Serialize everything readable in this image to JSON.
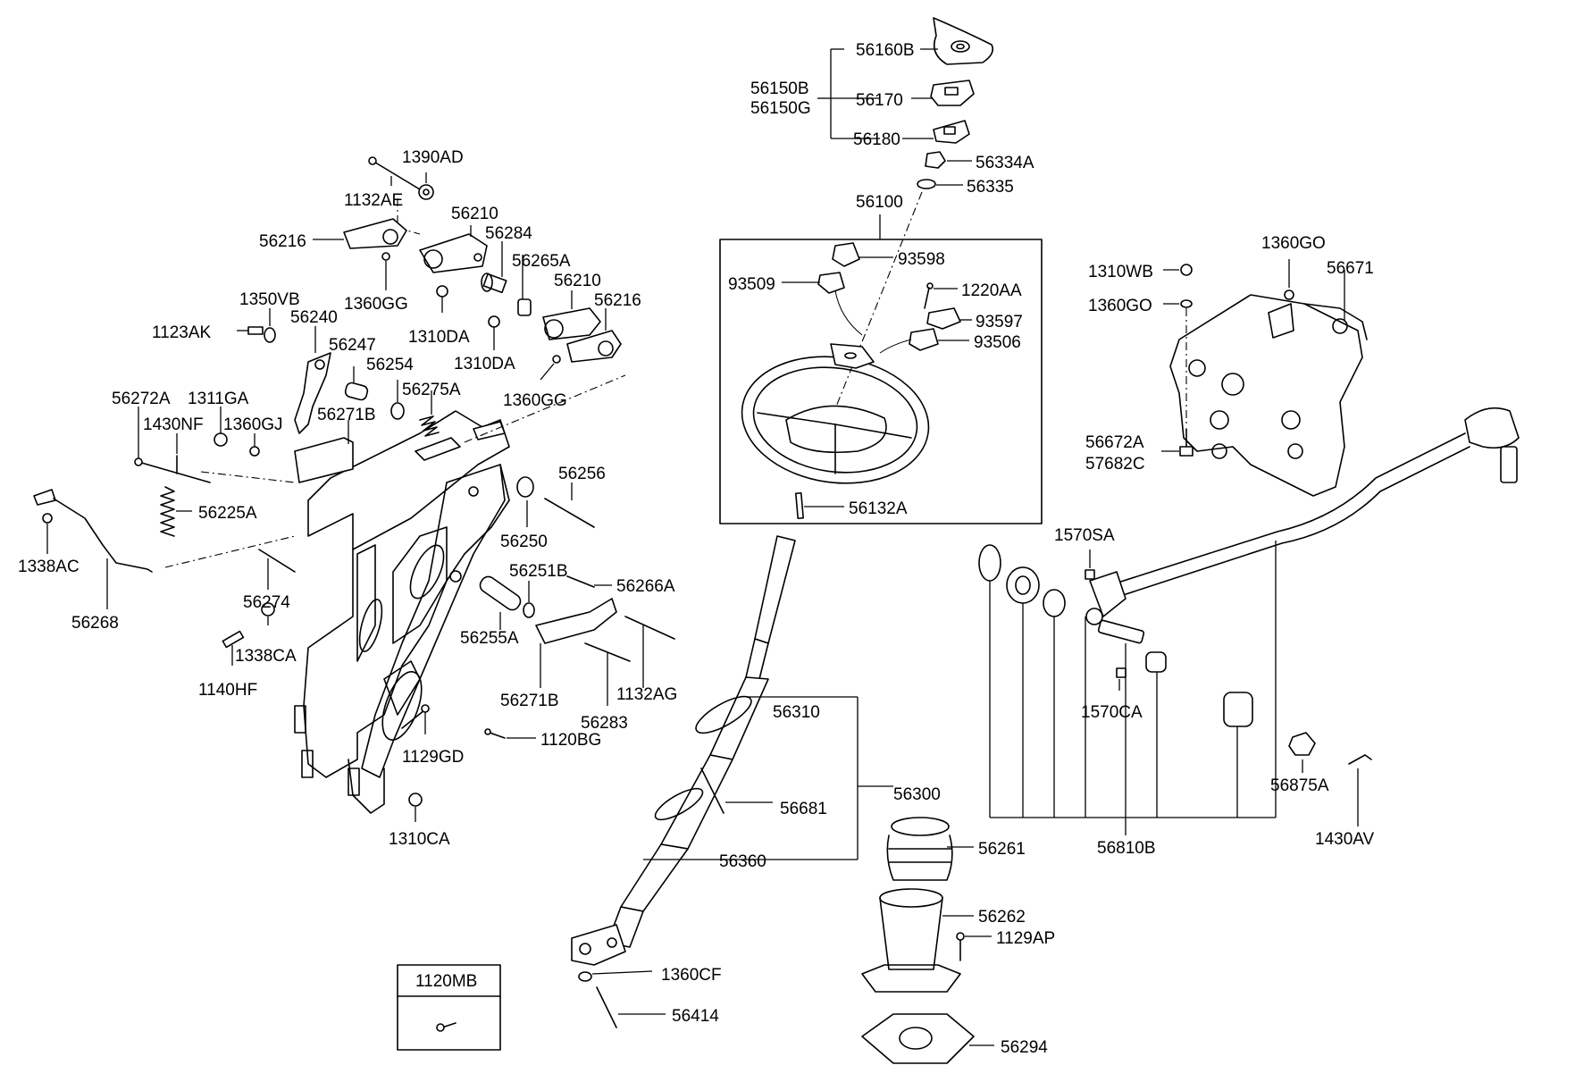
{
  "labels": {
    "p56160B": "56160B",
    "p56150B": "56150B",
    "p56150G": "56150G",
    "p56170": "56170",
    "p56180": "56180",
    "p56334A": "56334A",
    "p56335": "56335",
    "p56100": "56100",
    "p93598": "93598",
    "p93509": "93509",
    "p1220AA": "1220AA",
    "p93597": "93597",
    "p93506": "93506",
    "p56132A": "56132A",
    "p1390AD": "1390AD",
    "p1132AE": "1132AE",
    "p56210a": "56210",
    "p56216a": "56216",
    "p56284": "56284",
    "p56265A": "56265A",
    "p56210b": "56210",
    "p56216b": "56216",
    "p1360GGa": "1360GG",
    "p1350VB": "1350VB",
    "p1123AK": "1123AK",
    "p56240": "56240",
    "p1310DAa": "1310DA",
    "p1310DAb": "1310DA",
    "p56247": "56247",
    "p56254": "56254",
    "p56275A": "56275A",
    "p1360GGb": "1360GG",
    "p56272A": "56272A",
    "p1311GA": "1311GA",
    "p1430NF": "1430NF",
    "p1360GJ": "1360GJ",
    "p56271Ba": "56271B",
    "p56225A": "56225A",
    "p1338AC": "1338AC",
    "p56268": "56268",
    "p56274": "56274",
    "p1338CA": "1338CA",
    "p1140HF": "1140HF",
    "p1129GD": "1129GD",
    "p1120BG": "1120BG",
    "p1310CA": "1310CA",
    "p56256": "56256",
    "p56250": "56250",
    "p56251B": "56251B",
    "p56266A": "56266A",
    "p56255A": "56255A",
    "p56271Bb": "56271B",
    "p1132AG": "1132AG",
    "p56283": "56283",
    "p56310": "56310",
    "p56300": "56300",
    "p56681": "56681",
    "p56360": "56360",
    "p1360CF": "1360CF",
    "p56414": "56414",
    "p56261": "56261",
    "p56262": "56262",
    "p1129AP": "1129AP",
    "p56294": "56294",
    "p1120MB": "1120MB",
    "p1360GOa": "1360GO",
    "p1310WB": "1310WB",
    "p56671": "56671",
    "p1360GOb": "1360GO",
    "p56672A": "56672A",
    "p57682C": "57682C",
    "p1570SA": "1570SA",
    "p1570CA": "1570CA",
    "p56875A": "56875A",
    "p1430AV": "1430AV",
    "p56810B": "56810B"
  }
}
